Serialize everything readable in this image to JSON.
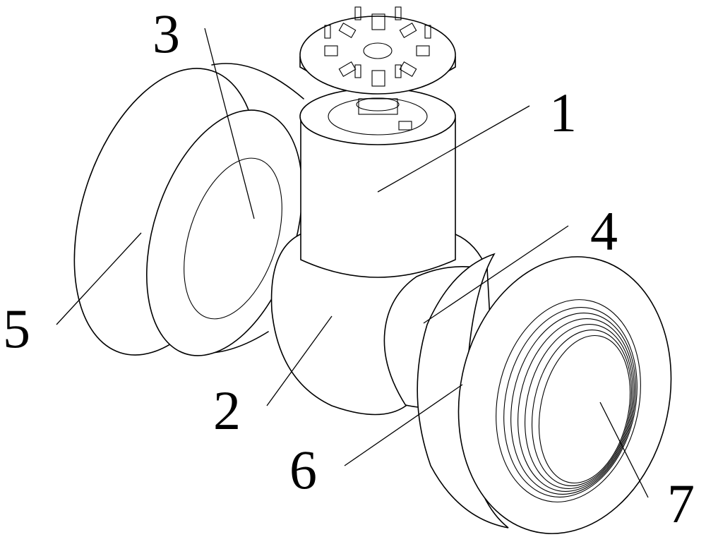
{
  "callouts": [
    {
      "id": "1",
      "label": "1"
    },
    {
      "id": "2",
      "label": "2"
    },
    {
      "id": "3",
      "label": "3"
    },
    {
      "id": "4",
      "label": "4"
    },
    {
      "id": "5",
      "label": "5"
    },
    {
      "id": "6",
      "label": "6"
    },
    {
      "id": "7",
      "label": "7"
    }
  ],
  "style": {
    "line_color": "#000000",
    "background": "#ffffff"
  }
}
